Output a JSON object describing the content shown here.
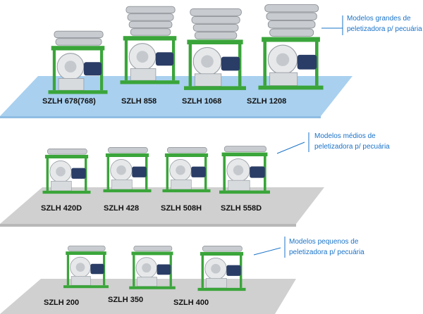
{
  "groups": {
    "large": {
      "callout": [
        "Modelos grandes de",
        "peletizadora p/ pecuária"
      ],
      "models": [
        "SZLH 678(768)",
        "SZLH 858",
        "SZLH 1068",
        "SZLH 1208"
      ]
    },
    "medium": {
      "callout": [
        "Modelos médios de",
        "peletizadora p/ pecuária"
      ],
      "models": [
        "SZLH 420D",
        "SZLH 428",
        "SZLH 508H",
        "SZLH 558D"
      ]
    },
    "small": {
      "callout": [
        "Modelos pequenos de",
        "peletizadora p/ pecuária"
      ],
      "models": [
        "SZLH 200",
        "SZLH 350",
        "SZLH 400"
      ]
    }
  },
  "colors": {
    "large_platform": "#a9d0ef",
    "gray_platform": "#d0d0d0",
    "callout_text": "#1a73c8",
    "machine_green": "#3aa53a",
    "machine_steel": "#c8ccd0",
    "motor_blue": "#2a3d66"
  },
  "icons": [
    "pellet-mill-machine-icon"
  ]
}
